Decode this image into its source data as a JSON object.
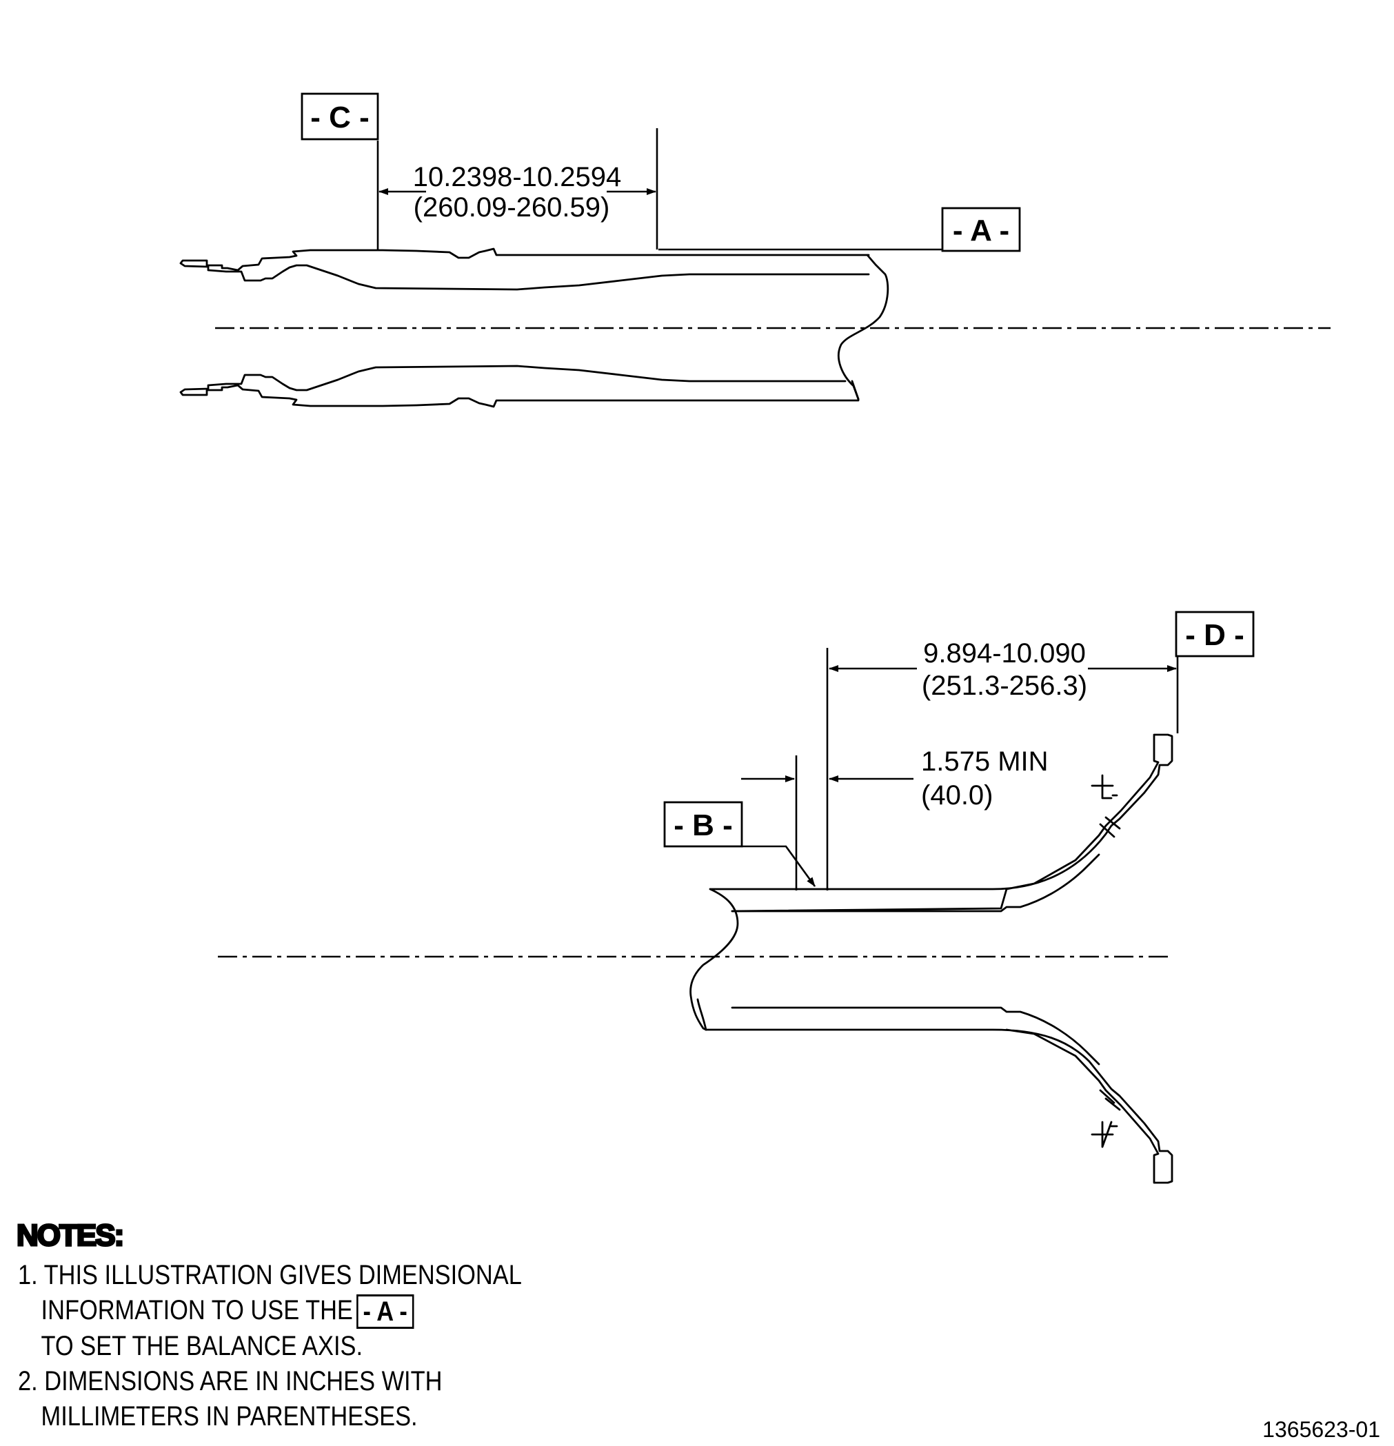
{
  "datums": {
    "c": "- C -",
    "a": "- A -",
    "b": "- B -",
    "d": "- D -"
  },
  "dimensions": {
    "top": {
      "inches": "10.2398-10.2594",
      "mm": "(260.09-260.59)"
    },
    "bottom_long": {
      "inches": "9.894-10.090",
      "mm": "(251.3-256.3)"
    },
    "bottom_short": {
      "inches": "1.575 MIN",
      "mm": "(40.0)"
    }
  },
  "notes": {
    "title": "NOTES:",
    "item1_line1": "1. THIS ILLUSTRATION GIVES DIMENSIONAL",
    "item1_line2": "INFORMATION TO USE THE",
    "item1_box": "- A -",
    "item1_line3": "TO SET THE BALANCE AXIS.",
    "item2_line1": "2. DIMENSIONS ARE IN INCHES WITH",
    "item2_line2": "MILLIMETERS IN PARENTHESES."
  },
  "figure_code": "1365623-01"
}
